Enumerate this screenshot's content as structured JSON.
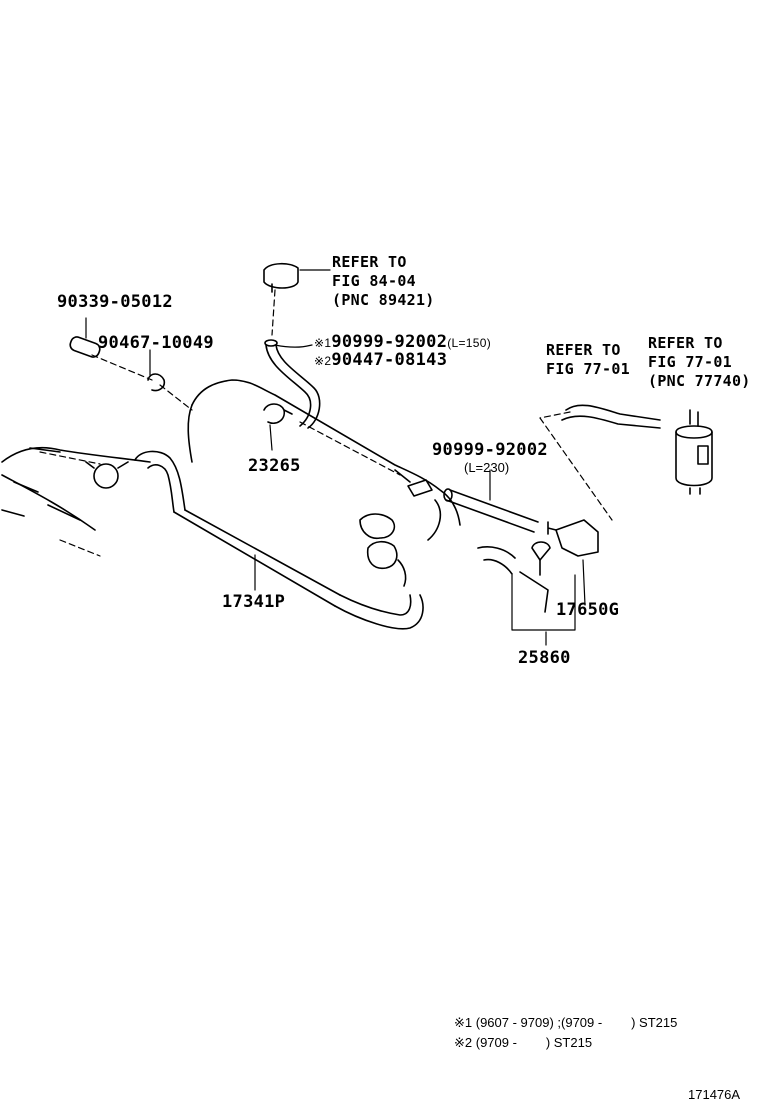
{
  "refs": {
    "r1": {
      "line1": "REFER TO",
      "line2": "FIG 84-04",
      "line3": "(PNC 89421)"
    },
    "r2": {
      "line1": "REFER TO",
      "line2": "FIG 77-01"
    },
    "r3": {
      "line1": "REFER TO",
      "line2": "FIG 77-01",
      "line3": "(PNC 77740)"
    }
  },
  "parts": {
    "p90339": "90339-05012",
    "p90467": "90467-10049",
    "p90999a_mark": "※1",
    "p90999a": "90999-92002",
    "p90999a_len": "(L=150)",
    "p90447_mark": "※2",
    "p90447": "90447-08143",
    "p23265": "23265",
    "p90999b": "90999-92002",
    "p90999b_len": "(L=230)",
    "p17341": "17341P",
    "p17650": "17650G",
    "p25860": "25860"
  },
  "notes": {
    "n1": "※1 (9607 - 9709) ;(9709 -        ) ST215",
    "n2": "※2 (9709 -        ) ST215"
  },
  "figure_id": "171476A"
}
